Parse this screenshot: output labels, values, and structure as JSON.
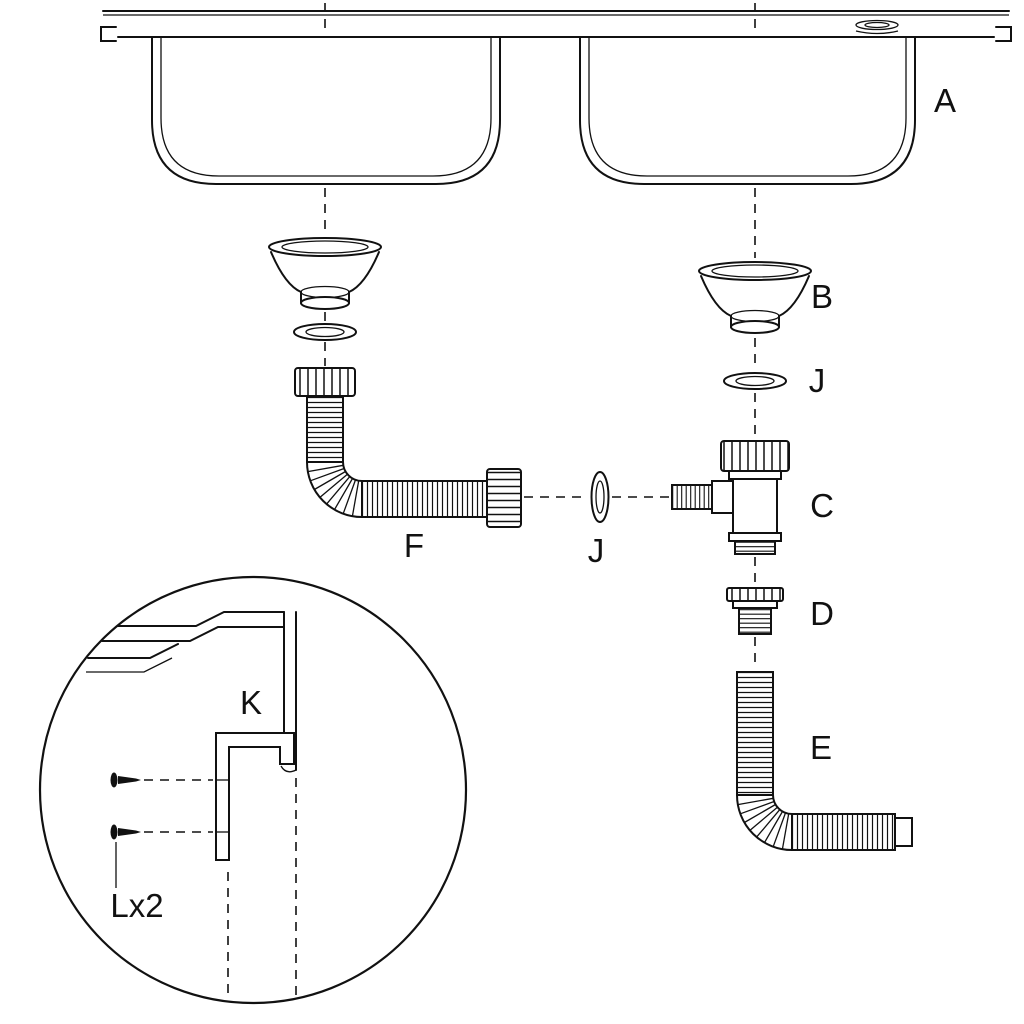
{
  "diagram": {
    "background": "#ffffff",
    "line_color": "#111111",
    "labels": {
      "a": "A",
      "b": "B",
      "j_right": "J",
      "c": "C",
      "d": "D",
      "e": "E",
      "f": "F",
      "j_mid": "J",
      "k": "K",
      "l": "Lx2"
    }
  }
}
